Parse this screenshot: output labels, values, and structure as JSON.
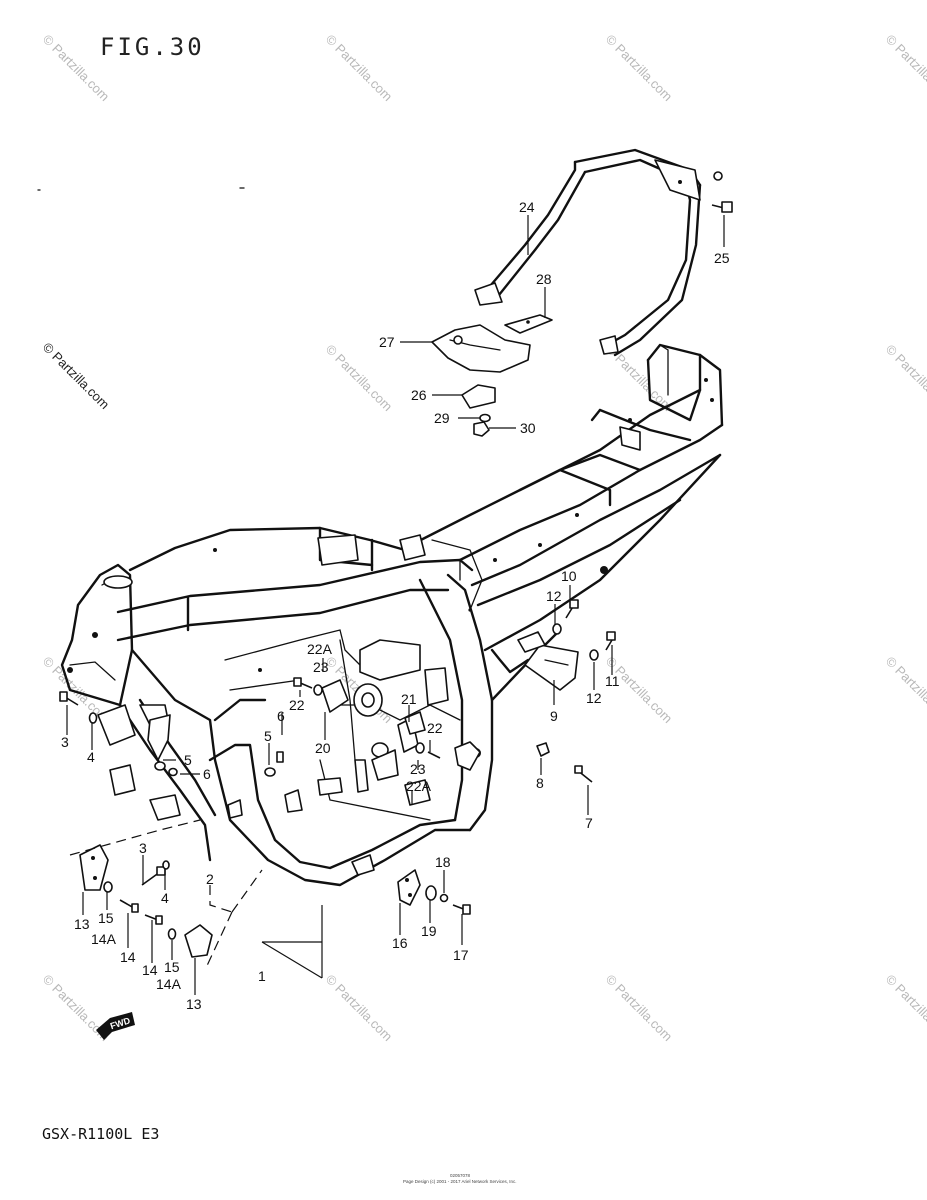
{
  "figure": {
    "title": "FIG.30",
    "model": "GSX-R1100L E3",
    "copyright_code": "02057078",
    "copyright_line": "Page Design (c) 2001 - 2017 Ariel Network Services, Inc.",
    "fwd_label": "FWD",
    "watermark_text": "© Partzilla.com"
  },
  "callouts": [
    {
      "id": "1",
      "label": "1"
    },
    {
      "id": "2",
      "label": "2"
    },
    {
      "id": "3a",
      "label": "3"
    },
    {
      "id": "3b",
      "label": "3"
    },
    {
      "id": "4a",
      "label": "4"
    },
    {
      "id": "4b",
      "label": "4"
    },
    {
      "id": "5a",
      "label": "5"
    },
    {
      "id": "5b",
      "label": "5"
    },
    {
      "id": "6a",
      "label": "6"
    },
    {
      "id": "6b",
      "label": "6"
    },
    {
      "id": "7",
      "label": "7"
    },
    {
      "id": "8",
      "label": "8"
    },
    {
      "id": "9",
      "label": "9"
    },
    {
      "id": "10",
      "label": "10"
    },
    {
      "id": "11",
      "label": "11"
    },
    {
      "id": "12a",
      "label": "12"
    },
    {
      "id": "12b",
      "label": "12"
    },
    {
      "id": "13a",
      "label": "13"
    },
    {
      "id": "13b",
      "label": "13"
    },
    {
      "id": "14a",
      "label": "14"
    },
    {
      "id": "14b",
      "label": "14"
    },
    {
      "id": "14Aa",
      "label": "14A"
    },
    {
      "id": "14Ab",
      "label": "14A"
    },
    {
      "id": "15a",
      "label": "15"
    },
    {
      "id": "15b",
      "label": "15"
    },
    {
      "id": "16",
      "label": "16"
    },
    {
      "id": "17",
      "label": "17"
    },
    {
      "id": "18",
      "label": "18"
    },
    {
      "id": "19",
      "label": "19"
    },
    {
      "id": "20",
      "label": "20"
    },
    {
      "id": "21",
      "label": "21"
    },
    {
      "id": "22a",
      "label": "22"
    },
    {
      "id": "22b",
      "label": "22"
    },
    {
      "id": "22Aa",
      "label": "22A"
    },
    {
      "id": "22Ab",
      "label": "22A"
    },
    {
      "id": "23a",
      "label": "23"
    },
    {
      "id": "23b",
      "label": "23"
    },
    {
      "id": "24",
      "label": "24"
    },
    {
      "id": "25",
      "label": "25"
    },
    {
      "id": "26",
      "label": "26"
    },
    {
      "id": "27",
      "label": "27"
    },
    {
      "id": "28",
      "label": "28"
    },
    {
      "id": "29",
      "label": "29"
    },
    {
      "id": "30",
      "label": "30"
    }
  ]
}
